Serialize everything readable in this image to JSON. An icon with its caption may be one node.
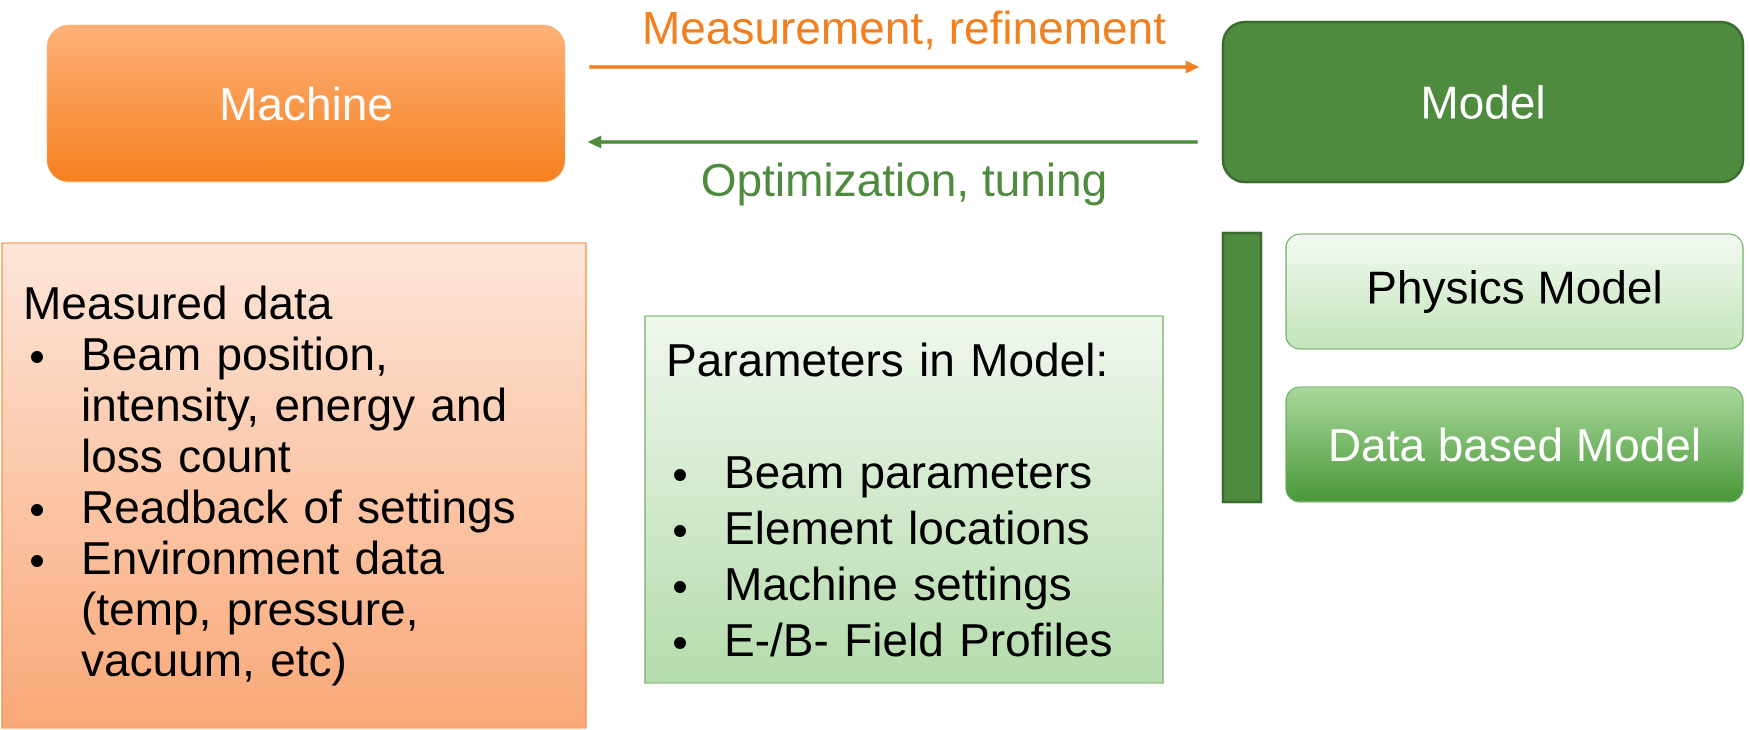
{
  "diagram": {
    "nodes": [
      {
        "text": [
          "Machine"
        ]
      },
      {
        "text": [
          "Model"
        ]
      },
      {
        "text": [
          "Measured data",
          "Beam position, intensity, energy and loss count",
          "Readback of settings",
          "Environment data (temp, pressure, vacuum, etc)"
        ]
      },
      {
        "text": [
          "Parameters in Model:",
          "Beam parameters",
          "Element locations",
          "Machine settings",
          "E-/B- Field Profiles"
        ]
      },
      {
        "text": [
          "Physics Model"
        ]
      },
      {
        "text": [
          "Data based Model"
        ]
      },
      {
        "text": [],
        "shape": "bar"
      }
    ],
    "edges": [
      {
        "from": 0,
        "to": 1,
        "arrow": "to",
        "label": "Measurement, refinement",
        "color": "#f08020"
      },
      {
        "from": 1,
        "to": 0,
        "arrow": "to",
        "label": "Optimization, tuning",
        "color": "#4e8b3f"
      }
    ]
  }
}
